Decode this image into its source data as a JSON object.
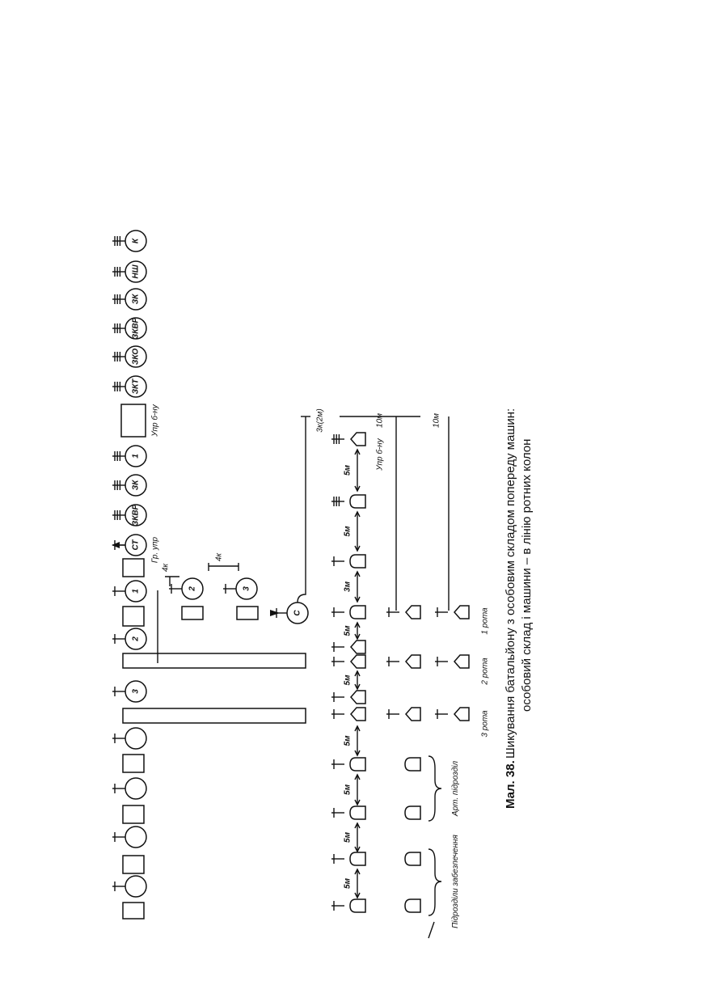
{
  "caption": {
    "number": "Мал. 38.",
    "line1": "Шикування батальйону з особовим складом попереду машин:",
    "line2": "особовий склад і машини – в лінію ротних колон"
  },
  "formation": {
    "top_row": {
      "commanders": [
        "К",
        "НШ",
        "ЗК",
        "ЗКВР",
        "ЗКО",
        "ЗКТ"
      ],
      "hq_vehicle_label": "Упр б-ну",
      "rota1_group": [
        "1",
        "ЗК",
        "ЗКВР"
      ],
      "control_group": [
        "СТ"
      ],
      "control_group_label": "Гр. упр",
      "rota_commanders": [
        "1",
        "2",
        "3"
      ],
      "sub_platoons": [
        "2",
        "3"
      ],
      "interval_4k": "4к",
      "security_c": "С",
      "security_label": "3к(2м)"
    },
    "vehicle_rows": {
      "spacing_5m": "5м",
      "spacing_3m": "3м",
      "hq_label": "Упр б-ну",
      "interval_10m": "10м",
      "company_1": "1 рота",
      "company_2": "2 рота",
      "company_3": "3 рота",
      "artillery": "Арт. підрозділ",
      "support": "Підрозділи забезпечення"
    }
  }
}
